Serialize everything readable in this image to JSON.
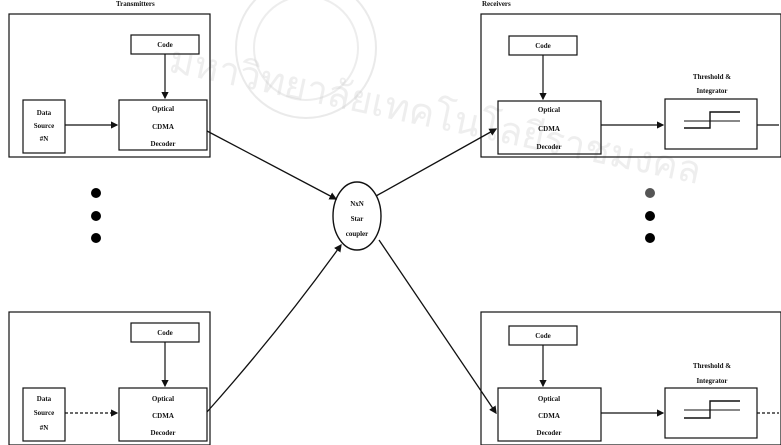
{
  "headings": {
    "transmitters": "Transmitters",
    "receivers": "Receivers"
  },
  "labels": {
    "code": "Code",
    "data_source": [
      "Data",
      "Source",
      "#N"
    ],
    "encoder_top": [
      "Optical",
      "CDMA",
      "Decoder"
    ],
    "encoder_bottom": [
      "Optical",
      "CDMA",
      "Decoder"
    ],
    "decoder": [
      "Optical",
      "CDMA",
      "Decoder"
    ],
    "threshold": [
      "Threshold &",
      "Integrator"
    ],
    "star_coupler": [
      "NxN",
      "Star",
      "coupler"
    ]
  },
  "watermark": "มหาวิทยาลัยเทคโนโลยีราชมงคล",
  "colors": {
    "line": "#111111",
    "dot_left": "#000000",
    "dot_right_top": "#555555"
  },
  "icons": {
    "threshold": "step-function-icon",
    "watermark": "university-seal"
  }
}
